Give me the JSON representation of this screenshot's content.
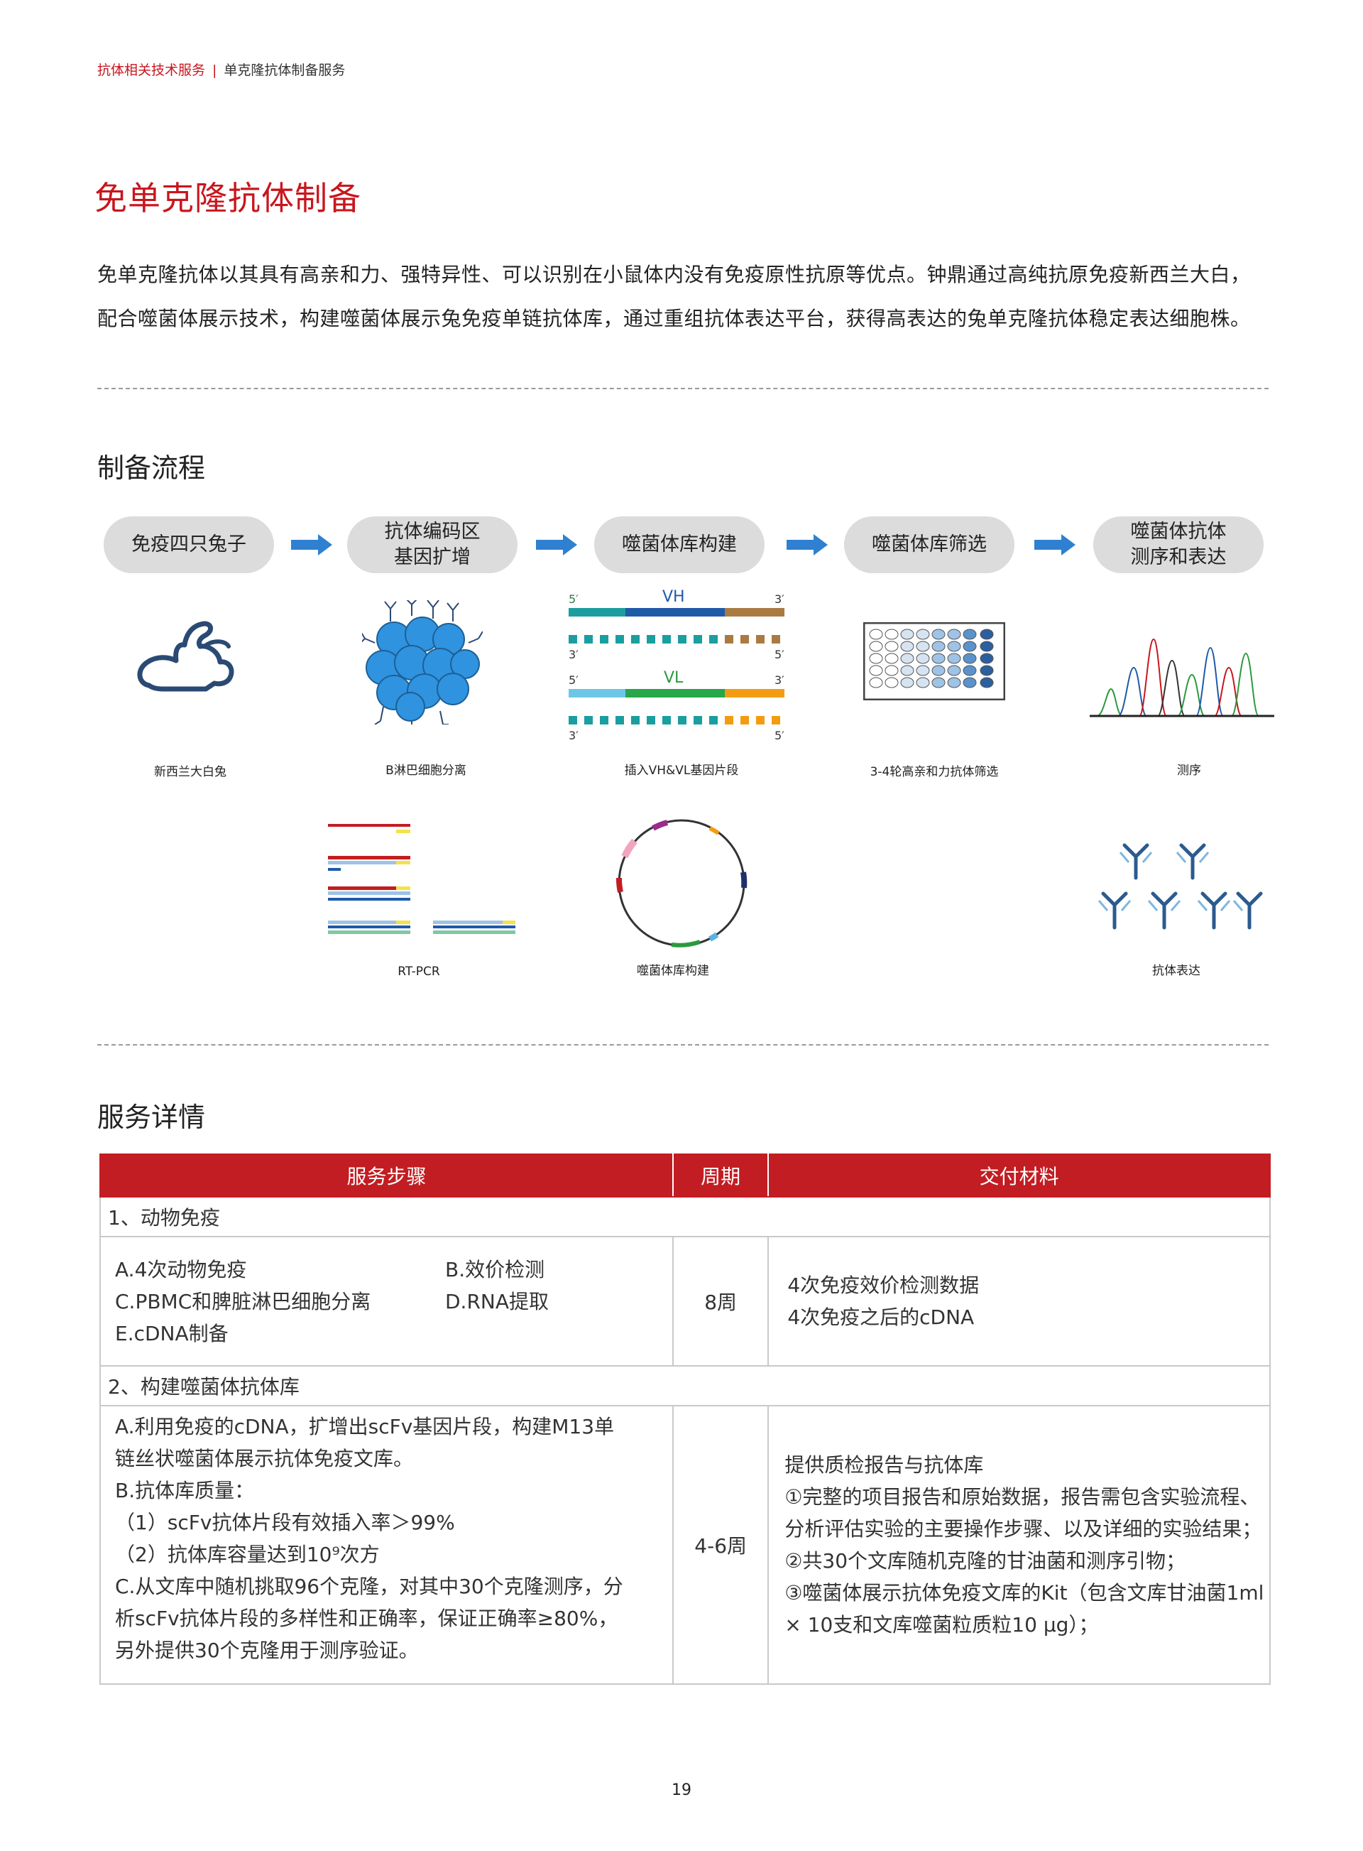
{
  "breadcrumb": {
    "section": "抗体相关技术服务",
    "separator": "|",
    "current": "单克隆抗体制备服务"
  },
  "page_title": "免单克隆抗体制备",
  "intro": {
    "line1": "免单克隆抗体以其具有高亲和力、强特异性、可以识别在小鼠体内没有免疫原性抗原等优点。钟鼎通过高纯抗原免疫新西兰大白，",
    "line2": "配合噬菌体展示技术，构建噬菌体展示兔免疫单链抗体库，通过重组抗体表达平台，获得高表达的兔单克隆抗体稳定表达细胞株。"
  },
  "process": {
    "heading": "制备流程",
    "steps": [
      "免疫四只兔子",
      "抗体编码区\n基因扩增",
      "噬菌体库构建",
      "噬菌体库筛选",
      "噬菌体抗体\n测序和表达"
    ],
    "captions": {
      "rabbit": "新西兰大白兔",
      "bcell": "B淋巴细胞分离",
      "insert": "插入VH&VL基因片段",
      "screen": "3-4轮高亲和力抗体筛选",
      "seq": "测序",
      "rtpcr": "RT-PCR",
      "phage": "噬菌体库构建",
      "expr": "抗体表达"
    },
    "vh_vl": {
      "vh": "VH",
      "vl": "VL",
      "p5": "5′",
      "p3": "3′"
    }
  },
  "service": {
    "heading": "服务详情",
    "headers": [
      "服务步骤",
      "周期",
      "交付材料"
    ],
    "groups": [
      {
        "title": "1、动物免疫",
        "steps": [
          "A.4次动物免疫",
          "B.效价检测",
          "C.PBMC和脾脏淋巴细胞分离",
          "D.RNA提取",
          "E.cDNA制备"
        ],
        "period": "8周",
        "deliverables": [
          "4次免疫效价检测数据",
          "4次免疫之后的cDNA"
        ]
      },
      {
        "title": "2、构建噬菌体抗体库",
        "steps": [
          "A.利用免疫的cDNA，扩增出scFv基因片段，构建M13单",
          "链丝状噬菌体展示抗体免疫文库。",
          "B.抗体库质量：",
          "（1）scFv抗体片段有效插入率＞99%",
          "（2）抗体库容量达到10⁹次方",
          "C.从文库中随机挑取96个克隆，对其中30个克隆测序，分",
          "析scFv抗体片段的多样性和正确率，保证正确率≥80%，",
          "另外提供30个克隆用于测序验证。"
        ],
        "period": "4-6周",
        "deliverables": [
          "提供质检报告与抗体库",
          "①完整的项目报告和原始数据，报告需包含实验流程、",
          "分析评估实验的主要操作步骤、以及详细的实验结果；",
          "②共30个文库随机克隆的甘油菌和测序引物；",
          "③噬菌体展示抗体免疫文库的Kit（包含文库甘油菌1ml",
          "× 10支和文库噬菌粒质粒10 μg）；"
        ]
      }
    ]
  },
  "page_number": "19",
  "colors": {
    "brand_red": "#c8161d",
    "table_header": "#c21d22",
    "icon_navy": "#2b4a73",
    "arrow_blue": "#2f80d1"
  }
}
